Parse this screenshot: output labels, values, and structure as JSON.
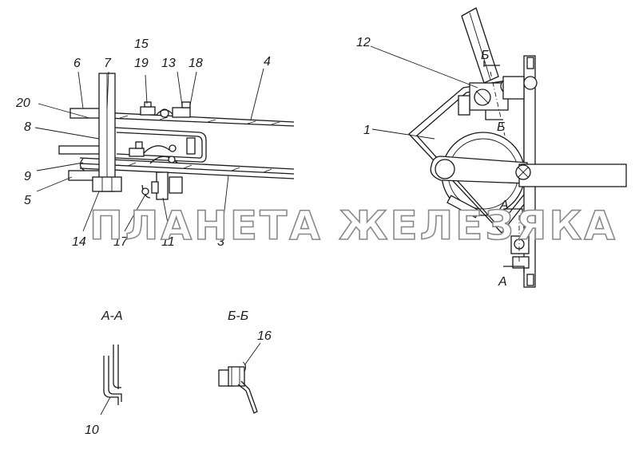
{
  "labels": {
    "l1": "1",
    "l3": "3",
    "l4": "4",
    "l5": "5",
    "l6": "6",
    "l7": "7",
    "l8": "8",
    "l9": "9",
    "l10": "10",
    "l11": "11",
    "l12": "12",
    "l13": "13",
    "l14": "14",
    "l15": "15",
    "l16": "16",
    "l17": "17",
    "l18": "18",
    "l19": "19",
    "l20": "20"
  },
  "section_marks": {
    "a_top": "А",
    "a_bottom": "А",
    "b_top": "Б",
    "b_bottom": "Б"
  },
  "section_titles": {
    "aa": "А-А",
    "bb": "Б-Б"
  },
  "watermark": "ПЛАНЕТА ЖЕЛЕЗЯКА"
}
